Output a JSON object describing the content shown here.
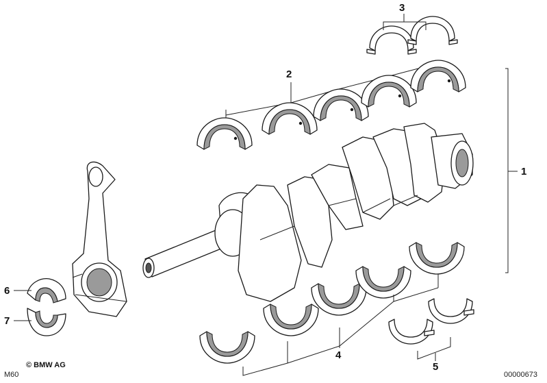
{
  "callouts": {
    "c1": "1",
    "c2": "2",
    "c3": "3",
    "c4": "4",
    "c5": "5",
    "c6": "6",
    "c7": "7"
  },
  "footer": {
    "copyright": "© BMW AG",
    "model": "M60",
    "diagram_number": "00000673"
  },
  "icons": [
    "crankshaft",
    "connecting-rod",
    "main-bearing-shell",
    "thrust-bearing-shell",
    "rod-bearing-shell"
  ]
}
